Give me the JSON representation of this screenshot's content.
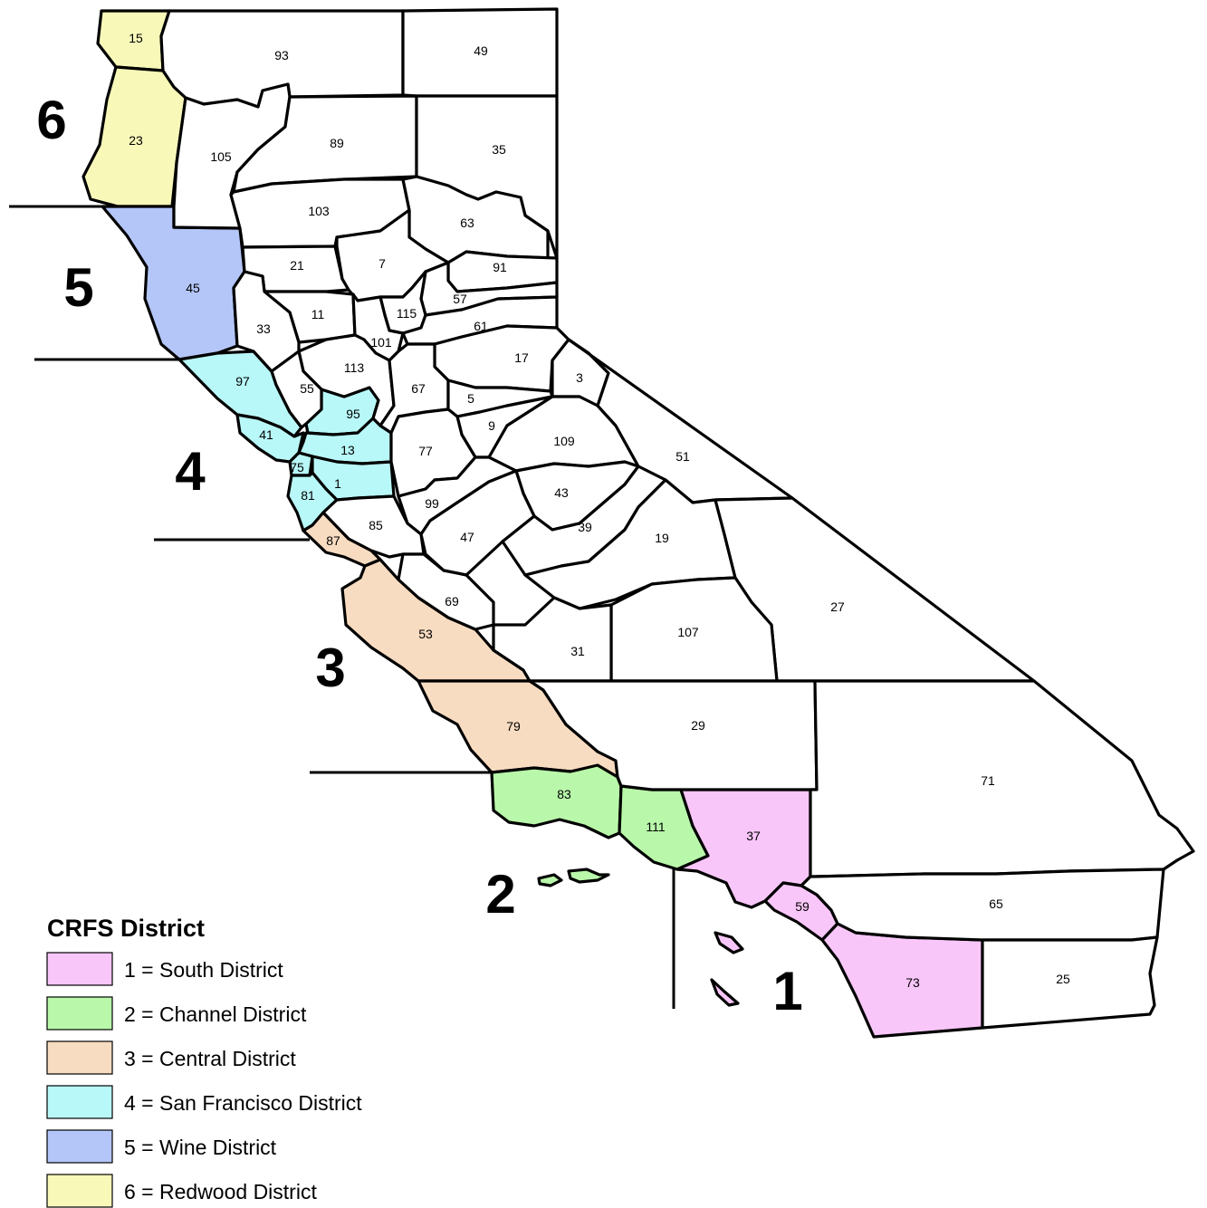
{
  "colors": {
    "district_1": "#f8c6f8",
    "district_2": "#b9f8aa",
    "district_3": "#f8dcc1",
    "district_4": "#b9f8f8",
    "district_5": "#b4c6f8",
    "district_6": "#f8f8b9",
    "unassigned": "#ffffff",
    "outline": "#000000"
  },
  "district_labels": [
    "1",
    "2",
    "3",
    "4",
    "5",
    "6"
  ],
  "legend": {
    "title": "CRFS District",
    "items": [
      {
        "district": 1,
        "label": "1 = South District"
      },
      {
        "district": 2,
        "label": "2 = Channel District"
      },
      {
        "district": 3,
        "label": "3 = Central District"
      },
      {
        "district": 4,
        "label": "4 = San Francisco District"
      },
      {
        "district": 5,
        "label": "5 = Wine District"
      },
      {
        "district": 6,
        "label": "6 = Redwood District"
      }
    ]
  },
  "counties": [
    {
      "code": "15",
      "district": 6
    },
    {
      "code": "23",
      "district": 6
    },
    {
      "code": "45",
      "district": 5
    },
    {
      "code": "97",
      "district": 4
    },
    {
      "code": "41",
      "district": 4
    },
    {
      "code": "95",
      "district": 4
    },
    {
      "code": "13",
      "district": 4
    },
    {
      "code": "75",
      "district": 4
    },
    {
      "code": "1",
      "district": 4
    },
    {
      "code": "81",
      "district": 4
    },
    {
      "code": "87",
      "district": 3
    },
    {
      "code": "53",
      "district": 3
    },
    {
      "code": "79",
      "district": 3
    },
    {
      "code": "83",
      "district": 2
    },
    {
      "code": "111",
      "district": 2
    },
    {
      "code": "37",
      "district": 1
    },
    {
      "code": "59",
      "district": 1
    },
    {
      "code": "73",
      "district": 1
    },
    {
      "code": "93",
      "district": 0
    },
    {
      "code": "49",
      "district": 0
    },
    {
      "code": "105",
      "district": 0
    },
    {
      "code": "89",
      "district": 0
    },
    {
      "code": "35",
      "district": 0
    },
    {
      "code": "103",
      "district": 0
    },
    {
      "code": "63",
      "district": 0
    },
    {
      "code": "21",
      "district": 0
    },
    {
      "code": "7",
      "district": 0
    },
    {
      "code": "91",
      "district": 0
    },
    {
      "code": "57",
      "district": 0
    },
    {
      "code": "115",
      "district": 0
    },
    {
      "code": "11",
      "district": 0
    },
    {
      "code": "33",
      "district": 0
    },
    {
      "code": "101",
      "district": 0
    },
    {
      "code": "61",
      "district": 0
    },
    {
      "code": "17",
      "district": 0
    },
    {
      "code": "113",
      "district": 0
    },
    {
      "code": "55",
      "district": 0
    },
    {
      "code": "67",
      "district": 0
    },
    {
      "code": "3",
      "district": 0
    },
    {
      "code": "5",
      "district": 0
    },
    {
      "code": "9",
      "district": 0
    },
    {
      "code": "109",
      "district": 0
    },
    {
      "code": "77",
      "district": 0
    },
    {
      "code": "51",
      "district": 0
    },
    {
      "code": "43",
      "district": 0
    },
    {
      "code": "99",
      "district": 0
    },
    {
      "code": "85",
      "district": 0
    },
    {
      "code": "47",
      "district": 0
    },
    {
      "code": "39",
      "district": 0
    },
    {
      "code": "19",
      "district": 0
    },
    {
      "code": "69",
      "district": 0
    },
    {
      "code": "27",
      "district": 0
    },
    {
      "code": "107",
      "district": 0
    },
    {
      "code": "31",
      "district": 0
    },
    {
      "code": "29",
      "district": 0
    },
    {
      "code": "71",
      "district": 0
    },
    {
      "code": "65",
      "district": 0
    },
    {
      "code": "25",
      "district": 0
    }
  ]
}
